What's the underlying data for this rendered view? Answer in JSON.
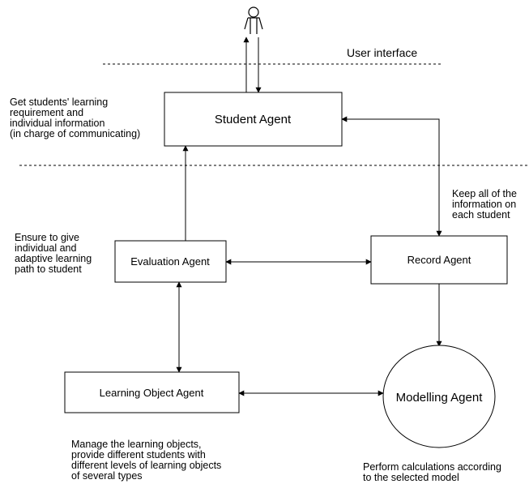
{
  "ui_label": "User interface",
  "agents": {
    "student": "Student Agent",
    "evaluation": "Evaluation Agent",
    "record": "Record Agent",
    "learning_object": "Learning Object Agent",
    "modelling": "Modelling Agent"
  },
  "notes": {
    "student": "Get students' learning\nrequirement and\nindividual information\n(in charge of communicating)",
    "record": "Keep all of the\ninformation on\neach student",
    "evaluation": "Ensure to give\nindividual and\nadaptive learning\npath to student",
    "learning_object": "Manage the learning objects,\nprovide different students with\ndifferent levels of learning objects\nof several types",
    "modelling": "Perform calculations according\nto the selected model"
  },
  "icons": {
    "user": "user-stick-figure-icon"
  }
}
